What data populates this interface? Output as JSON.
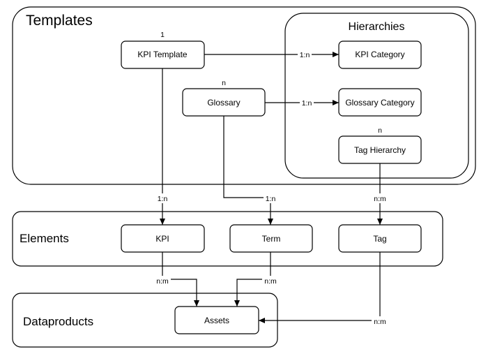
{
  "groups": {
    "templates": "Templates",
    "hierarchies": "Hierarchies",
    "elements": "Elements",
    "dataproducts": "Dataproducts"
  },
  "nodes": {
    "kpi_template": "KPI Template",
    "glossary": "Glossary",
    "kpi_category": "KPI Category",
    "glossary_category": "Glossary Category",
    "tag_hierarchy": "Tag Hierarchy",
    "kpi": "KPI",
    "term": "Term",
    "tag": "Tag",
    "assets": "Assets"
  },
  "cardinality_notes": {
    "kpi_template": "1",
    "glossary": "n",
    "tag_hierarchy": "n"
  },
  "edges": {
    "kpi_template_to_kpi_category": "1:n",
    "glossary_to_glossary_category": "1:n",
    "kpi_template_to_kpi": "1:n",
    "glossary_to_term": "1:n",
    "tag_hierarchy_to_tag": "n:m",
    "kpi_to_assets": "n:m",
    "term_to_assets": "n:m",
    "tag_to_assets": "n:m"
  }
}
